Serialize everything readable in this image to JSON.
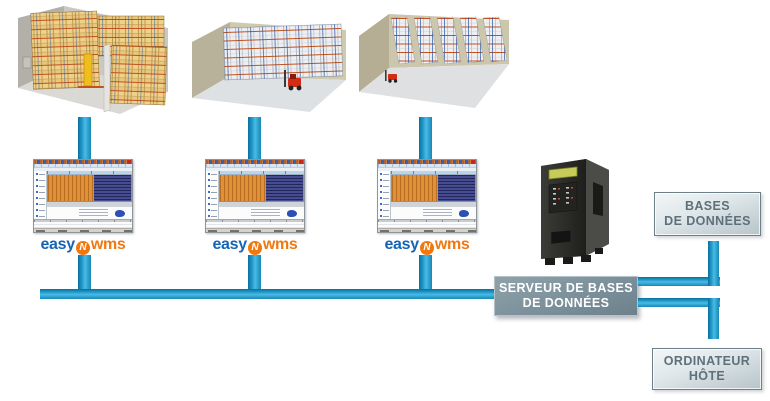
{
  "labels": {
    "server": {
      "line1": "SERVEUR DE BASES",
      "line2": "DE DONNÉES"
    },
    "databases": {
      "line1": "BASES",
      "line2": "DE DONNÉES"
    },
    "host": {
      "line1": "ORDINATEUR",
      "line2": "HÔTE"
    }
  },
  "logo": {
    "easy": "easy",
    "badge_letter": "N",
    "wms": "wms"
  },
  "colors": {
    "connector_blue": "#1E95C4",
    "logo_blue": "#1565B5",
    "logo_orange": "#F0780F",
    "server_label_bg": "#7B909A",
    "server_label_text": "#FFFFFF",
    "light_label_text": "#5E7079",
    "light_label_border": "#6E7F88",
    "wms_grid_occupied_orange": "#E09038",
    "wms_grid_free_blue": "#474C90"
  },
  "icons": {
    "warehouse_1": "warehouse-pallet-racking-icon",
    "warehouse_2": "warehouse-forklift-racking-icon",
    "warehouse_3": "warehouse-multi-aisle-icon",
    "wms_window": "wms-application-window-icon",
    "server": "database-server-tower-icon"
  }
}
